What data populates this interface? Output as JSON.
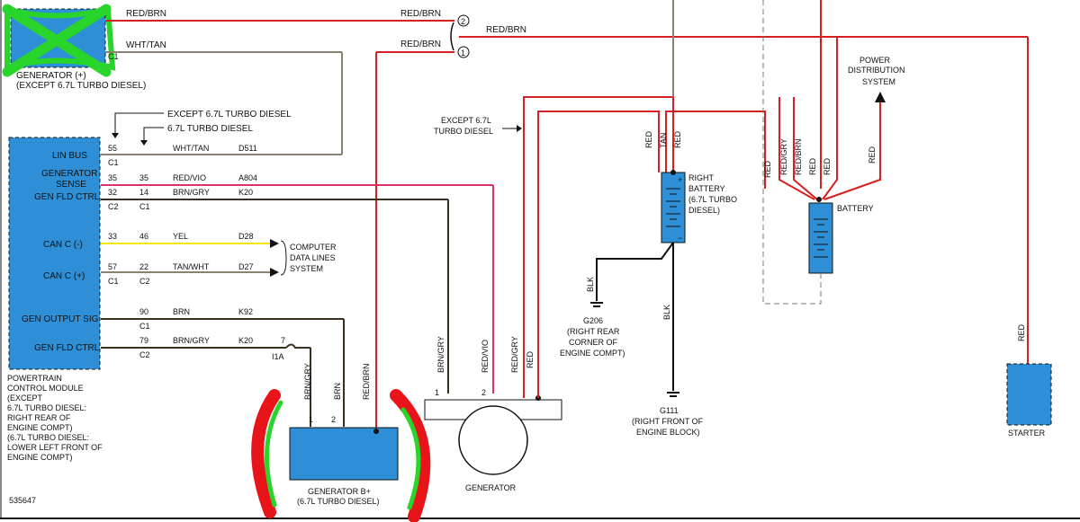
{
  "colors": {
    "red": "#d42020",
    "pink": "#e0306a",
    "brown_gray": "#8a8270",
    "brown": "#3a3020",
    "yellow": "#f2e600",
    "black": "#111111",
    "module_blue": "#2e8fd6",
    "annotation_green": "#29d52b",
    "annotation_red": "#e8141a"
  },
  "labels": {
    "gen_plus": [
      "GENERATOR (+)",
      "(EXCEPT 6.7L TURBO DIESEL)"
    ],
    "pin_c1_top": "C1",
    "red_brn": "RED/BRN",
    "wht_tan": "WHT/TAN",
    "splice_2": "2",
    "splice_1": "1",
    "except_67": "EXCEPT 6.7L TURBO DIESEL",
    "only_67": "6.7L TURBO DIESEL",
    "pcm_pins": {
      "lin_bus": "LIN BUS",
      "gen_sense": [
        "GENERATOR",
        "SENSE"
      ],
      "gen_fld_ctrl": "GEN FLD CTRL",
      "can_minus": "CAN C (-)",
      "can_plus": "CAN C (+)",
      "gen_output_sig": "GEN OUTPUT SIG",
      "gen_fld_ctrl2": "GEN FLD CTRL"
    },
    "pcm_name": [
      "POWERTRAIN",
      "CONTROL MODULE",
      "(EXCEPT",
      "6.7L TURBO DIESEL:",
      "RIGHT REAR OF",
      "ENGINE COMPT)",
      "(6.7L TURBO DIESEL:",
      "LOWER LEFT FRONT OF",
      "ENGINE COMPT)"
    ],
    "rows": [
      {
        "a": "55",
        "b": "",
        "color": "WHT/TAN",
        "circuit": "D511",
        "c1": "C1",
        "c2": ""
      },
      {
        "a": "35",
        "b": "35",
        "color": "RED/VIO",
        "circuit": "A804",
        "c1": "",
        "c2": ""
      },
      {
        "a": "32",
        "b": "14",
        "color": "BRN/GRY",
        "circuit": "K20",
        "c1": "C2",
        "c2": "C1"
      },
      {
        "a": "33",
        "b": "46",
        "color": "YEL",
        "circuit": "D28",
        "c1": "",
        "c2": ""
      },
      {
        "a": "57",
        "b": "22",
        "color": "TAN/WHT",
        "circuit": "D27",
        "c1": "C1",
        "c2": "C2"
      },
      {
        "a": "",
        "b": "90",
        "color": "BRN",
        "circuit": "K92",
        "c1": "",
        "c2": "C1"
      },
      {
        "a": "",
        "b": "79",
        "color": "BRN/GRY",
        "circuit": "K20",
        "c1": "",
        "c2": "C2"
      }
    ],
    "connector_7": "7",
    "connector_i1a": "I1A",
    "computer_data": [
      "COMPUTER",
      "DATA LINES",
      "SYSTEM"
    ],
    "except_67_short": [
      "EXCEPT 6.7L",
      "TURBO DIESEL"
    ],
    "gen_b_plus": [
      "GENERATOR B+",
      "(6.7L TURBO DIESEL)"
    ],
    "gen_b_pins": [
      "1",
      "2"
    ],
    "gen_b_wires": [
      "BRN/GRY",
      "BRN",
      "RED/BRN"
    ],
    "generator_wires": [
      "BRN/GRY",
      "RED/VIO",
      "RED/GRY",
      "RED"
    ],
    "generator_pins": [
      "1",
      "2"
    ],
    "generator": "GENERATOR",
    "right_battery": [
      "RIGHT",
      "BATTERY",
      "(6.7L TURBO",
      "DIESEL)"
    ],
    "rb_wires": [
      "RED",
      "TAN",
      "RED"
    ],
    "battery": "BATTERY",
    "bat_wires": [
      "RED",
      "RED/GRY",
      "RED/BRN",
      "RED",
      "RED"
    ],
    "power_dist": [
      "POWER",
      "DISTRIBUTION",
      "SYSTEM"
    ],
    "red_power": "RED",
    "blk": "BLK",
    "g206": [
      "G206",
      "(RIGHT REAR",
      "CORNER OF",
      "ENGINE COMPT)"
    ],
    "g111": [
      "G111",
      "(RIGHT FRONT OF",
      "ENGINE BLOCK)"
    ],
    "starter_wire": "RED",
    "starter": "STARTER",
    "diagram_id": "535647"
  }
}
